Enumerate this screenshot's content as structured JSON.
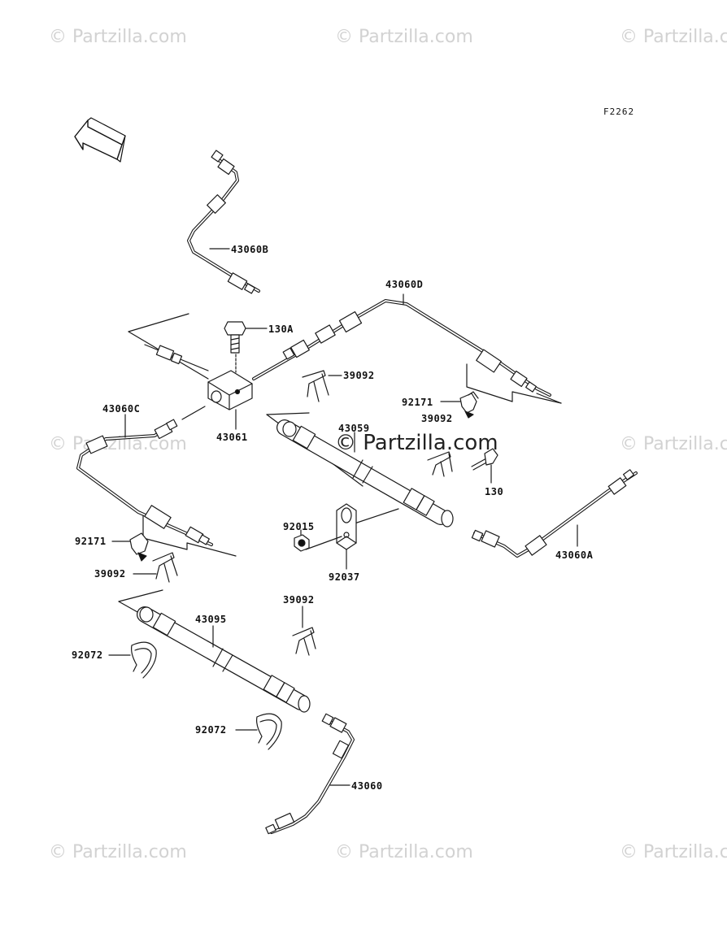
{
  "diagram": {
    "figure_code": "F2262",
    "front_label": "FRONT",
    "watermark": "© Partzilla.com",
    "parts": [
      {
        "id": "p1",
        "number": "43060B"
      },
      {
        "id": "p2",
        "number": "130A"
      },
      {
        "id": "p3",
        "number": "43060D"
      },
      {
        "id": "p4",
        "number": "39092"
      },
      {
        "id": "p5",
        "number": "92171"
      },
      {
        "id": "p6",
        "number": "39092"
      },
      {
        "id": "p7",
        "number": "43060C"
      },
      {
        "id": "p8",
        "number": "43061"
      },
      {
        "id": "p9",
        "number": "43059"
      },
      {
        "id": "p10",
        "number": "130"
      },
      {
        "id": "p11",
        "number": "92015"
      },
      {
        "id": "p12",
        "number": "92037"
      },
      {
        "id": "p13",
        "number": "43060A"
      },
      {
        "id": "p14",
        "number": "92171"
      },
      {
        "id": "p15",
        "number": "39092"
      },
      {
        "id": "p16",
        "number": "39092"
      },
      {
        "id": "p17",
        "number": "43095"
      },
      {
        "id": "p18",
        "number": "92072"
      },
      {
        "id": "p19",
        "number": "92072"
      },
      {
        "id": "p20",
        "number": "43060"
      }
    ]
  }
}
